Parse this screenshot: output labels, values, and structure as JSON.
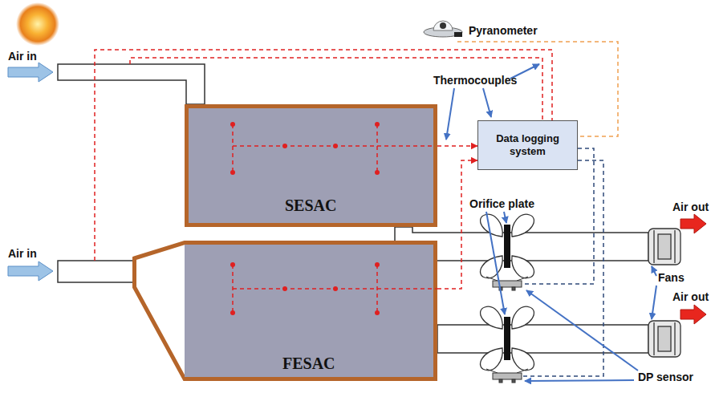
{
  "diagram": {
    "nodes": [
      {
        "text": [
          "SESAC"
        ]
      },
      {
        "text": [
          "FESAC"
        ]
      },
      {
        "text": [
          "Data logging system"
        ]
      }
    ],
    "edges": [
      {
        "from": 0,
        "to": 2,
        "arrow": "to"
      },
      {
        "from": 1,
        "to": 2,
        "arrow": "to"
      }
    ],
    "labels": [
      "Pyranometer",
      "Air in",
      "Thermocouples",
      "Air in",
      "Orifice plate",
      "Air out",
      "Air out",
      "Fans",
      "DP sensor"
    ]
  }
}
